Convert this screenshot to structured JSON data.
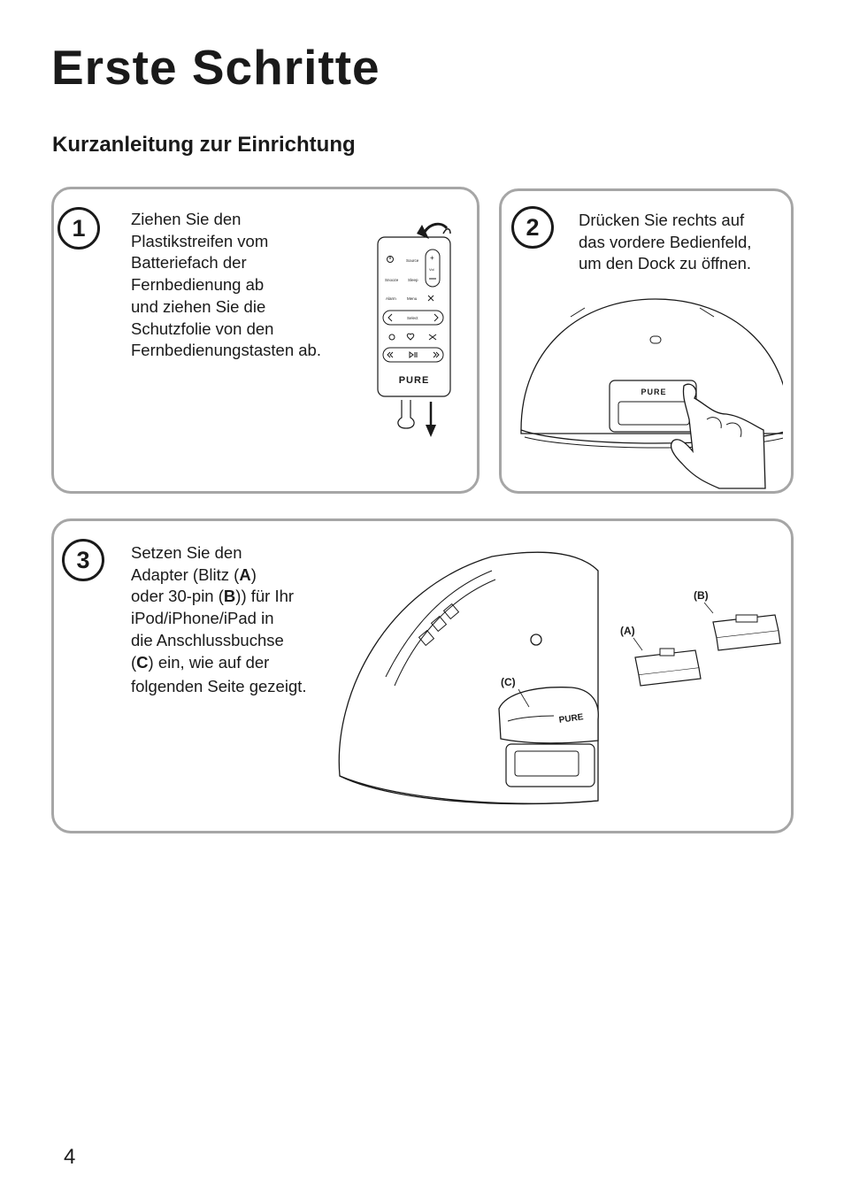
{
  "page": {
    "title": "Erste Schritte",
    "subtitle": "Kurzanleitung zur Einrichtung",
    "page_number": "4"
  },
  "steps": [
    {
      "number": "1",
      "lines": [
        "Ziehen Sie den",
        "Plastikstreifen vom",
        "Batteriefach der",
        "Fernbedienung ab",
        "und ziehen Sie die",
        "Schutzfolie von den",
        "Fernbedienungstasten ab."
      ]
    },
    {
      "number": "2",
      "lines": [
        "Drücken Sie rechts auf",
        "das vordere Bedienfeld,",
        "um den Dock zu öffnen."
      ]
    },
    {
      "number": "3",
      "line1": "Setzen Sie den",
      "line2_pre": "Adapter (Blitz (",
      "line2_bold": "A",
      "line2_post": ")",
      "line3_pre": "oder 30-pin (",
      "line3_bold": "B",
      "line3_post": ")) für Ihr",
      "line4": "iPod/iPhone/iPad in",
      "line5": "die Anschlussbuchse",
      "line6_pre": "(",
      "line6_bold": "C",
      "line6_post": ") ein, wie auf der",
      "line7": "folgenden Seite gezeigt."
    }
  ],
  "remote": {
    "buttons": [
      "Source",
      "Vol",
      "Snooze",
      "Sleep",
      "Alarm",
      "Menu",
      "Select"
    ],
    "brand": "PURE"
  },
  "dock": {
    "brand": "PURE",
    "labels": {
      "a": "(A)",
      "b": "(B)",
      "c": "(C)"
    }
  }
}
